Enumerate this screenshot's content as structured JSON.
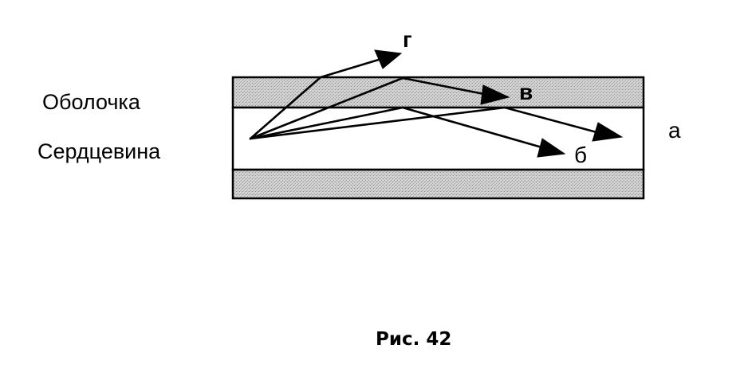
{
  "labels": {
    "cladding": "Оболочка",
    "core": "Сердцевина"
  },
  "rays": [
    {
      "id": "a",
      "letter": "а"
    },
    {
      "id": "b",
      "letter": "б"
    },
    {
      "id": "v",
      "letter": "в"
    },
    {
      "id": "g",
      "letter": "г"
    }
  ],
  "caption": "Рис. 42",
  "colors": {
    "cladding_fill": "#c9c9c9",
    "core_fill": "#ffffff",
    "stroke": "#000000"
  }
}
